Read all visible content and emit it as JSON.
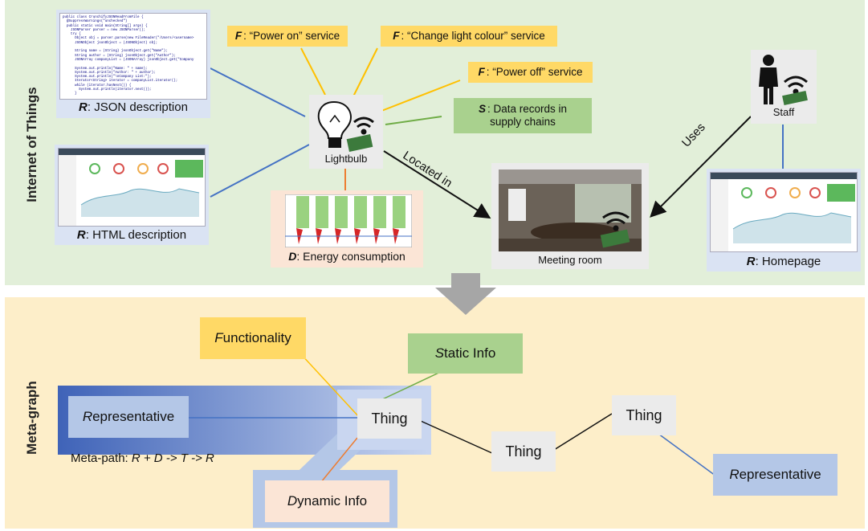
{
  "sections": {
    "top_label": "Internet of Things",
    "bottom_label": "Meta-graph"
  },
  "iot": {
    "lightbulb_label": "Lightbulb",
    "staff_label": "Staff",
    "meeting_room_label": "Meeting room",
    "services": [
      {
        "prefix": "F",
        "text": ": “Power on” service"
      },
      {
        "prefix": "F",
        "text": ": “Change light colour” service"
      },
      {
        "prefix": "F",
        "text": ": “Power off” service"
      }
    ],
    "static_tag": {
      "prefix": "S",
      "text": ": Data records in supply chains"
    },
    "representatives": [
      {
        "prefix": "R",
        "text": ": JSON description"
      },
      {
        "prefix": "R",
        "text": ": HTML description"
      },
      {
        "prefix": "R",
        "text": ": Homepage"
      }
    ],
    "dynamic_tag": {
      "prefix": "D",
      "text": ": Energy consumption"
    },
    "edge_located_in": "Located in",
    "edge_uses": "Uses",
    "code_lines": [
      "public class CrunchifyJSONReadFromFile {",
      "  @SuppressWarnings(\"unchecked\")",
      "  public static void main(String[] args) {",
      "    JSONParser parser = new JSONParser();",
      "    try {",
      "      Object obj = parser.parse(new FileReader(\"/Users/<username>",
      "      JSONObject jsonObject = (JSONObject) obj;",
      "",
      "      String name = (String) jsonObject.get(\"Name\");",
      "      String author = (String) jsonObject.get(\"Author\");",
      "      JSONArray companyList = (JSONArray) jsonObject.get(\"Company",
      "",
      "      System.out.println(\"Name: \" + name);",
      "      System.out.println(\"Author: \" + author);",
      "      System.out.println(\"\\nCompany List:\");",
      "      Iterator<String> iterator = companyList.iterator();",
      "      while (iterator.hasNext()) {",
      "        System.out.println(iterator.next());",
      "      }"
    ]
  },
  "metagraph": {
    "functionality": {
      "initial": "F",
      "rest": "unctionality"
    },
    "static_info": {
      "initial": "S",
      "rest": "tatic Info"
    },
    "representative_left": {
      "initial": "R",
      "rest": "epresentative"
    },
    "representative_right": {
      "initial": "R",
      "rest": "epresentative"
    },
    "dynamic_info": {
      "initial": "D",
      "rest": "ynamic Info"
    },
    "thing_label": "Thing",
    "meta_path_prefix": "Meta-path: ",
    "meta_path": "R + D -> T -> R"
  },
  "colors": {
    "top_panel": "#e2efd9",
    "bottom_panel": "#fdeec9",
    "yellow_tag": "#ffd966",
    "green_tag": "#a9d18e",
    "representative_box": "#b4c7e7",
    "dynamic_box": "#fbe5d6",
    "arrow_gray": "#a6a6a6",
    "edge_blue": "#4472c4",
    "edge_orange": "#ed7d31",
    "edge_yellow": "#ffc000",
    "edge_green": "#70ad47"
  },
  "icons": [
    "lightbulb-icon",
    "wifi-icon",
    "circuit-board-icon",
    "person-icon",
    "down-arrow-icon"
  ]
}
